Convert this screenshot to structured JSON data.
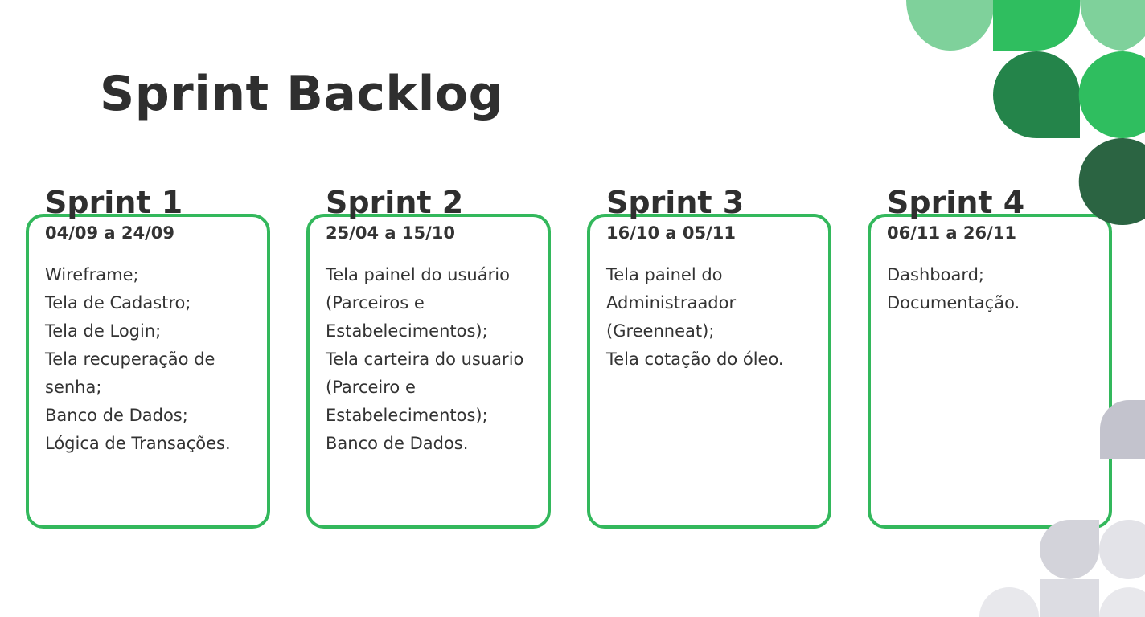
{
  "slide": {
    "title": "Sprint Backlog"
  },
  "sprints": [
    {
      "heading": "Sprint 1",
      "dates": "04/09 a 24/09",
      "items": [
        "Wireframe;",
        "Tela de Cadastro;",
        "Tela de Login;",
        "Tela recuperação de",
        "senha;",
        "Banco de Dados;",
        "Lógica de Transações."
      ]
    },
    {
      "heading": "Sprint 2",
      "dates": "25/04 a 15/10",
      "items": [
        "Tela painel do usuário",
        "(Parceiros e",
        "Estabelecimentos);",
        "Tela carteira do usuario",
        "(Parceiro e",
        "Estabelecimentos);",
        "Banco de Dados."
      ]
    },
    {
      "heading": "Sprint 3",
      "dates": "16/10 a 05/11",
      "items": [
        "Tela painel do",
        "Administraador",
        "(Greenneat);",
        "Tela cotação do óleo."
      ]
    },
    {
      "heading": "Sprint 4",
      "dates": "06/11 a 26/11",
      "items": [
        "Dashboard;",
        "Documentação."
      ]
    }
  ],
  "colors": {
    "accent_green": "#33b85c",
    "light_green": "#7fd19b",
    "bright_green": "#2fbe5f",
    "mid_green": "#24844a",
    "dark_green": "#2b6442",
    "gray_1": "#c3c3cd",
    "gray_2": "#d3d3da",
    "gray_3": "#e3e3e8"
  }
}
